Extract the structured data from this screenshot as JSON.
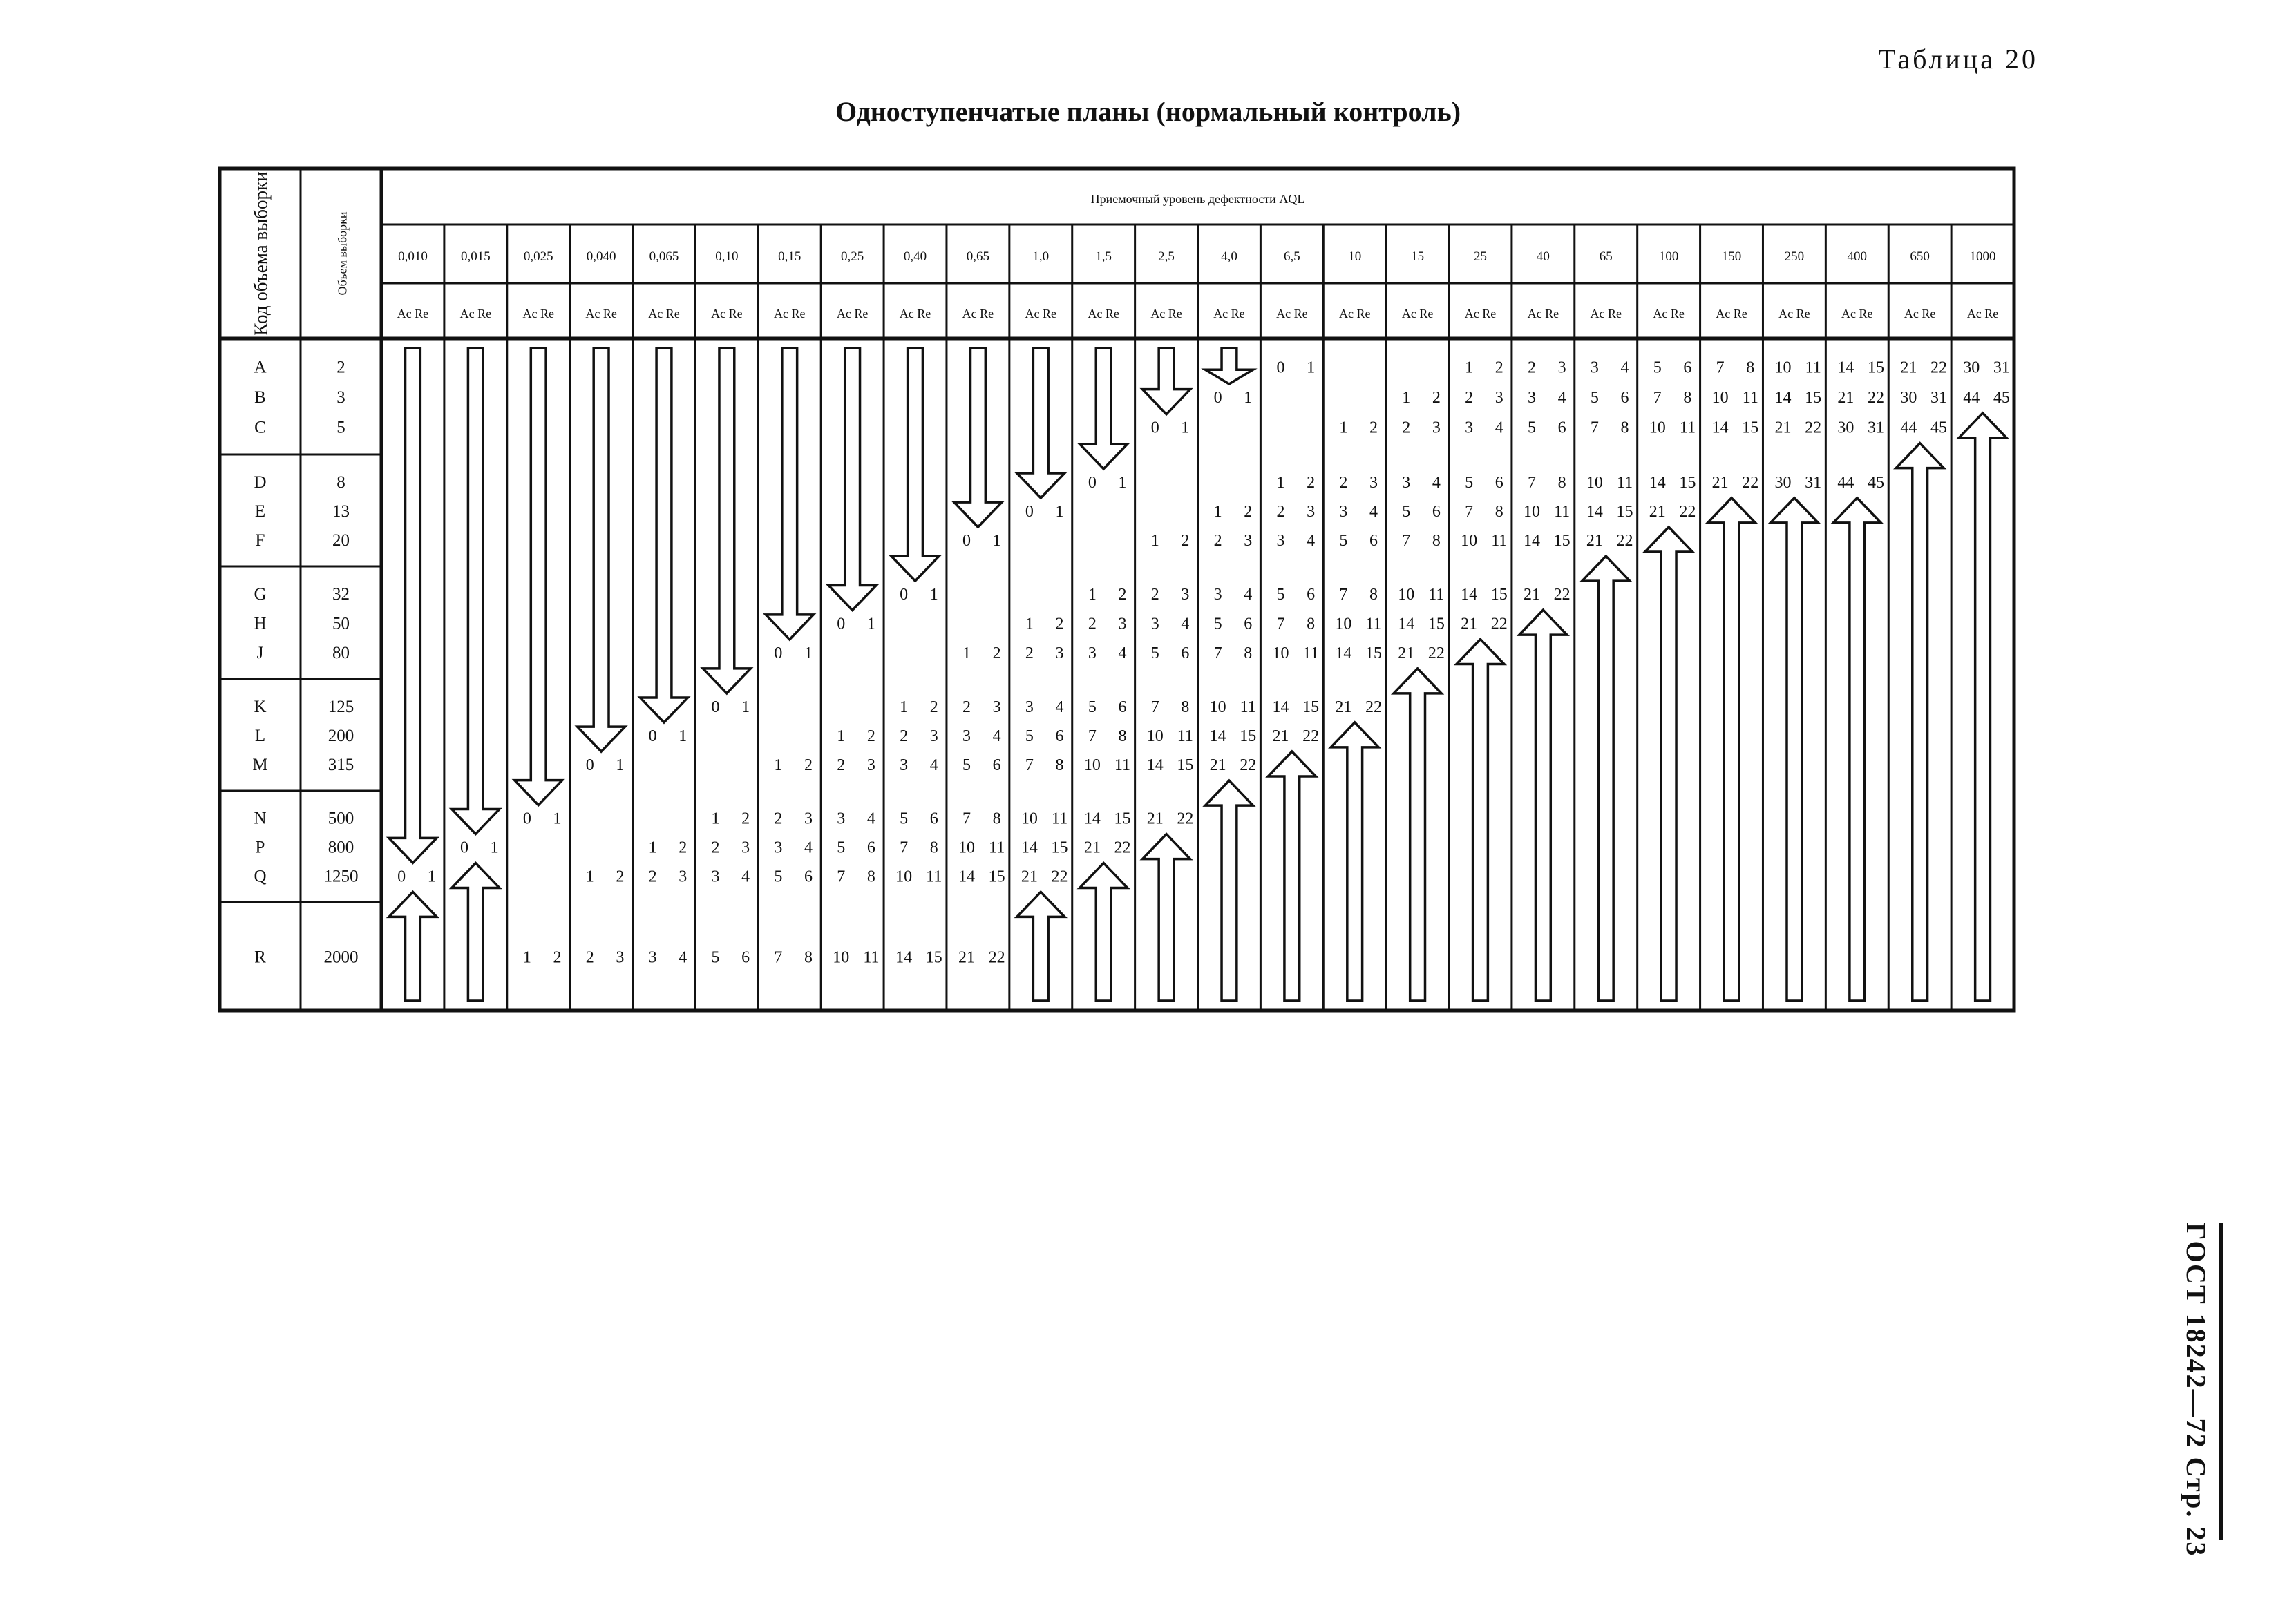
{
  "caption": "Таблица 20",
  "title": "Одноступенчатые планы (нормальный контроль)",
  "side_label": "ГОСТ 18242—72 Стр. 23",
  "headers": {
    "code_col": "Код объема выборки",
    "size_col": "Объем выборки",
    "aql_band": "Приемочный уровень дефектности AQL",
    "ac_re": "Ac Re"
  },
  "aql_levels": [
    "0,010",
    "0,015",
    "0,025",
    "0,040",
    "0,065",
    "0,10",
    "0,15",
    "0,25",
    "0,40",
    "0,65",
    "1,0",
    "1,5",
    "2,5",
    "4,0",
    "6,5",
    "10",
    "15",
    "25",
    "40",
    "65",
    "100",
    "150",
    "250",
    "400",
    "650",
    "1000"
  ],
  "groups": [
    {
      "codes": [
        "A",
        "B",
        "C"
      ],
      "sizes": [
        "2",
        "3",
        "5"
      ]
    },
    {
      "codes": [
        "D",
        "E",
        "F"
      ],
      "sizes": [
        "8",
        "13",
        "20"
      ]
    },
    {
      "codes": [
        "G",
        "H",
        "J"
      ],
      "sizes": [
        "32",
        "50",
        "80"
      ]
    },
    {
      "codes": [
        "K",
        "L",
        "M"
      ],
      "sizes": [
        "125",
        "200",
        "315"
      ]
    },
    {
      "codes": [
        "N",
        "P",
        "Q"
      ],
      "sizes": [
        "500",
        "800",
        "1250"
      ]
    },
    {
      "codes": [
        "R"
      ],
      "sizes": [
        "2000"
      ]
    }
  ],
  "cells": [
    {
      "row": 0,
      "col": 14,
      "ac": "0",
      "re": "1"
    },
    {
      "row": 0,
      "col": 17,
      "ac": "1",
      "re": "2"
    },
    {
      "row": 0,
      "col": 18,
      "ac": "2",
      "re": "3"
    },
    {
      "row": 0,
      "col": 19,
      "ac": "3",
      "re": "4"
    },
    {
      "row": 0,
      "col": 20,
      "ac": "5",
      "re": "6"
    },
    {
      "row": 0,
      "col": 21,
      "ac": "7",
      "re": "8"
    },
    {
      "row": 0,
      "col": 22,
      "ac": "10",
      "re": "11"
    },
    {
      "row": 0,
      "col": 23,
      "ac": "14",
      "re": "15"
    },
    {
      "row": 0,
      "col": 24,
      "ac": "21",
      "re": "22"
    },
    {
      "row": 0,
      "col": 25,
      "ac": "30",
      "re": "31"
    },
    {
      "row": 1,
      "col": 13,
      "ac": "0",
      "re": "1"
    },
    {
      "row": 1,
      "col": 16,
      "ac": "1",
      "re": "2"
    },
    {
      "row": 1,
      "col": 17,
      "ac": "2",
      "re": "3"
    },
    {
      "row": 1,
      "col": 18,
      "ac": "3",
      "re": "4"
    },
    {
      "row": 1,
      "col": 19,
      "ac": "5",
      "re": "6"
    },
    {
      "row": 1,
      "col": 20,
      "ac": "7",
      "re": "8"
    },
    {
      "row": 1,
      "col": 21,
      "ac": "10",
      "re": "11"
    },
    {
      "row": 1,
      "col": 22,
      "ac": "14",
      "re": "15"
    },
    {
      "row": 1,
      "col": 23,
      "ac": "21",
      "re": "22"
    },
    {
      "row": 1,
      "col": 24,
      "ac": "30",
      "re": "31"
    },
    {
      "row": 1,
      "col": 25,
      "ac": "44",
      "re": "45"
    },
    {
      "row": 2,
      "col": 12,
      "ac": "0",
      "re": "1"
    },
    {
      "row": 2,
      "col": 15,
      "ac": "1",
      "re": "2"
    },
    {
      "row": 2,
      "col": 16,
      "ac": "2",
      "re": "3"
    },
    {
      "row": 2,
      "col": 17,
      "ac": "3",
      "re": "4"
    },
    {
      "row": 2,
      "col": 18,
      "ac": "5",
      "re": "6"
    },
    {
      "row": 2,
      "col": 19,
      "ac": "7",
      "re": "8"
    },
    {
      "row": 2,
      "col": 20,
      "ac": "10",
      "re": "11"
    },
    {
      "row": 2,
      "col": 21,
      "ac": "14",
      "re": "15"
    },
    {
      "row": 2,
      "col": 22,
      "ac": "21",
      "re": "22"
    },
    {
      "row": 2,
      "col": 23,
      "ac": "30",
      "re": "31"
    },
    {
      "row": 2,
      "col": 24,
      "ac": "44",
      "re": "45"
    },
    {
      "row": 3,
      "col": 11,
      "ac": "0",
      "re": "1"
    },
    {
      "row": 3,
      "col": 14,
      "ac": "1",
      "re": "2"
    },
    {
      "row": 3,
      "col": 15,
      "ac": "2",
      "re": "3"
    },
    {
      "row": 3,
      "col": 16,
      "ac": "3",
      "re": "4"
    },
    {
      "row": 3,
      "col": 17,
      "ac": "5",
      "re": "6"
    },
    {
      "row": 3,
      "col": 18,
      "ac": "7",
      "re": "8"
    },
    {
      "row": 3,
      "col": 19,
      "ac": "10",
      "re": "11"
    },
    {
      "row": 3,
      "col": 20,
      "ac": "14",
      "re": "15"
    },
    {
      "row": 3,
      "col": 21,
      "ac": "21",
      "re": "22"
    },
    {
      "row": 3,
      "col": 22,
      "ac": "30",
      "re": "31"
    },
    {
      "row": 3,
      "col": 23,
      "ac": "44",
      "re": "45"
    },
    {
      "row": 4,
      "col": 10,
      "ac": "0",
      "re": "1"
    },
    {
      "row": 4,
      "col": 13,
      "ac": "1",
      "re": "2"
    },
    {
      "row": 4,
      "col": 14,
      "ac": "2",
      "re": "3"
    },
    {
      "row": 4,
      "col": 15,
      "ac": "3",
      "re": "4"
    },
    {
      "row": 4,
      "col": 16,
      "ac": "5",
      "re": "6"
    },
    {
      "row": 4,
      "col": 17,
      "ac": "7",
      "re": "8"
    },
    {
      "row": 4,
      "col": 18,
      "ac": "10",
      "re": "11"
    },
    {
      "row": 4,
      "col": 19,
      "ac": "14",
      "re": "15"
    },
    {
      "row": 4,
      "col": 20,
      "ac": "21",
      "re": "22"
    },
    {
      "row": 5,
      "col": 9,
      "ac": "0",
      "re": "1"
    },
    {
      "row": 5,
      "col": 12,
      "ac": "1",
      "re": "2"
    },
    {
      "row": 5,
      "col": 13,
      "ac": "2",
      "re": "3"
    },
    {
      "row": 5,
      "col": 14,
      "ac": "3",
      "re": "4"
    },
    {
      "row": 5,
      "col": 15,
      "ac": "5",
      "re": "6"
    },
    {
      "row": 5,
      "col": 16,
      "ac": "7",
      "re": "8"
    },
    {
      "row": 5,
      "col": 17,
      "ac": "10",
      "re": "11"
    },
    {
      "row": 5,
      "col": 18,
      "ac": "14",
      "re": "15"
    },
    {
      "row": 5,
      "col": 19,
      "ac": "21",
      "re": "22"
    },
    {
      "row": 6,
      "col": 8,
      "ac": "0",
      "re": "1"
    },
    {
      "row": 6,
      "col": 11,
      "ac": "1",
      "re": "2"
    },
    {
      "row": 6,
      "col": 12,
      "ac": "2",
      "re": "3"
    },
    {
      "row": 6,
      "col": 13,
      "ac": "3",
      "re": "4"
    },
    {
      "row": 6,
      "col": 14,
      "ac": "5",
      "re": "6"
    },
    {
      "row": 6,
      "col": 15,
      "ac": "7",
      "re": "8"
    },
    {
      "row": 6,
      "col": 16,
      "ac": "10",
      "re": "11"
    },
    {
      "row": 6,
      "col": 17,
      "ac": "14",
      "re": "15"
    },
    {
      "row": 6,
      "col": 18,
      "ac": "21",
      "re": "22"
    },
    {
      "row": 7,
      "col": 7,
      "ac": "0",
      "re": "1"
    },
    {
      "row": 7,
      "col": 10,
      "ac": "1",
      "re": "2"
    },
    {
      "row": 7,
      "col": 11,
      "ac": "2",
      "re": "3"
    },
    {
      "row": 7,
      "col": 12,
      "ac": "3",
      "re": "4"
    },
    {
      "row": 7,
      "col": 13,
      "ac": "5",
      "re": "6"
    },
    {
      "row": 7,
      "col": 14,
      "ac": "7",
      "re": "8"
    },
    {
      "row": 7,
      "col": 15,
      "ac": "10",
      "re": "11"
    },
    {
      "row": 7,
      "col": 16,
      "ac": "14",
      "re": "15"
    },
    {
      "row": 7,
      "col": 17,
      "ac": "21",
      "re": "22"
    },
    {
      "row": 8,
      "col": 6,
      "ac": "0",
      "re": "1"
    },
    {
      "row": 8,
      "col": 9,
      "ac": "1",
      "re": "2"
    },
    {
      "row": 8,
      "col": 10,
      "ac": "2",
      "re": "3"
    },
    {
      "row": 8,
      "col": 11,
      "ac": "3",
      "re": "4"
    },
    {
      "row": 8,
      "col": 12,
      "ac": "5",
      "re": "6"
    },
    {
      "row": 8,
      "col": 13,
      "ac": "7",
      "re": "8"
    },
    {
      "row": 8,
      "col": 14,
      "ac": "10",
      "re": "11"
    },
    {
      "row": 8,
      "col": 15,
      "ac": "14",
      "re": "15"
    },
    {
      "row": 8,
      "col": 16,
      "ac": "21",
      "re": "22"
    },
    {
      "row": 9,
      "col": 5,
      "ac": "0",
      "re": "1"
    },
    {
      "row": 9,
      "col": 8,
      "ac": "1",
      "re": "2"
    },
    {
      "row": 9,
      "col": 9,
      "ac": "2",
      "re": "3"
    },
    {
      "row": 9,
      "col": 10,
      "ac": "3",
      "re": "4"
    },
    {
      "row": 9,
      "col": 11,
      "ac": "5",
      "re": "6"
    },
    {
      "row": 9,
      "col": 12,
      "ac": "7",
      "re": "8"
    },
    {
      "row": 9,
      "col": 13,
      "ac": "10",
      "re": "11"
    },
    {
      "row": 9,
      "col": 14,
      "ac": "14",
      "re": "15"
    },
    {
      "row": 9,
      "col": 15,
      "ac": "21",
      "re": "22"
    },
    {
      "row": 10,
      "col": 4,
      "ac": "0",
      "re": "1"
    },
    {
      "row": 10,
      "col": 7,
      "ac": "1",
      "re": "2"
    },
    {
      "row": 10,
      "col": 8,
      "ac": "2",
      "re": "3"
    },
    {
      "row": 10,
      "col": 9,
      "ac": "3",
      "re": "4"
    },
    {
      "row": 10,
      "col": 10,
      "ac": "5",
      "re": "6"
    },
    {
      "row": 10,
      "col": 11,
      "ac": "7",
      "re": "8"
    },
    {
      "row": 10,
      "col": 12,
      "ac": "10",
      "re": "11"
    },
    {
      "row": 10,
      "col": 13,
      "ac": "14",
      "re": "15"
    },
    {
      "row": 10,
      "col": 14,
      "ac": "21",
      "re": "22"
    },
    {
      "row": 11,
      "col": 3,
      "ac": "0",
      "re": "1"
    },
    {
      "row": 11,
      "col": 6,
      "ac": "1",
      "re": "2"
    },
    {
      "row": 11,
      "col": 7,
      "ac": "2",
      "re": "3"
    },
    {
      "row": 11,
      "col": 8,
      "ac": "3",
      "re": "4"
    },
    {
      "row": 11,
      "col": 9,
      "ac": "5",
      "re": "6"
    },
    {
      "row": 11,
      "col": 10,
      "ac": "7",
      "re": "8"
    },
    {
      "row": 11,
      "col": 11,
      "ac": "10",
      "re": "11"
    },
    {
      "row": 11,
      "col": 12,
      "ac": "14",
      "re": "15"
    },
    {
      "row": 11,
      "col": 13,
      "ac": "21",
      "re": "22"
    },
    {
      "row": 12,
      "col": 2,
      "ac": "0",
      "re": "1"
    },
    {
      "row": 12,
      "col": 5,
      "ac": "1",
      "re": "2"
    },
    {
      "row": 12,
      "col": 6,
      "ac": "2",
      "re": "3"
    },
    {
      "row": 12,
      "col": 7,
      "ac": "3",
      "re": "4"
    },
    {
      "row": 12,
      "col": 8,
      "ac": "5",
      "re": "6"
    },
    {
      "row": 12,
      "col": 9,
      "ac": "7",
      "re": "8"
    },
    {
      "row": 12,
      "col": 10,
      "ac": "10",
      "re": "11"
    },
    {
      "row": 12,
      "col": 11,
      "ac": "14",
      "re": "15"
    },
    {
      "row": 12,
      "col": 12,
      "ac": "21",
      "re": "22"
    },
    {
      "row": 13,
      "col": 1,
      "ac": "0",
      "re": "1"
    },
    {
      "row": 13,
      "col": 4,
      "ac": "1",
      "re": "2"
    },
    {
      "row": 13,
      "col": 5,
      "ac": "2",
      "re": "3"
    },
    {
      "row": 13,
      "col": 6,
      "ac": "3",
      "re": "4"
    },
    {
      "row": 13,
      "col": 7,
      "ac": "5",
      "re": "6"
    },
    {
      "row": 13,
      "col": 8,
      "ac": "7",
      "re": "8"
    },
    {
      "row": 13,
      "col": 9,
      "ac": "10",
      "re": "11"
    },
    {
      "row": 13,
      "col": 10,
      "ac": "14",
      "re": "15"
    },
    {
      "row": 13,
      "col": 11,
      "ac": "21",
      "re": "22"
    },
    {
      "row": 14,
      "col": 0,
      "ac": "0",
      "re": "1"
    },
    {
      "row": 14,
      "col": 3,
      "ac": "1",
      "re": "2"
    },
    {
      "row": 14,
      "col": 4,
      "ac": "2",
      "re": "3"
    },
    {
      "row": 14,
      "col": 5,
      "ac": "3",
      "re": "4"
    },
    {
      "row": 14,
      "col": 6,
      "ac": "5",
      "re": "6"
    },
    {
      "row": 14,
      "col": 7,
      "ac": "7",
      "re": "8"
    },
    {
      "row": 14,
      "col": 8,
      "ac": "10",
      "re": "11"
    },
    {
      "row": 14,
      "col": 9,
      "ac": "14",
      "re": "15"
    },
    {
      "row": 14,
      "col": 10,
      "ac": "21",
      "re": "22"
    },
    {
      "row": 15,
      "col": 2,
      "ac": "1",
      "re": "2"
    },
    {
      "row": 15,
      "col": 3,
      "ac": "2",
      "re": "3"
    },
    {
      "row": 15,
      "col": 4,
      "ac": "3",
      "re": "4"
    },
    {
      "row": 15,
      "col": 5,
      "ac": "5",
      "re": "6"
    },
    {
      "row": 15,
      "col": 6,
      "ac": "7",
      "re": "8"
    },
    {
      "row": 15,
      "col": 7,
      "ac": "10",
      "re": "11"
    },
    {
      "row": 15,
      "col": 8,
      "ac": "14",
      "re": "15"
    },
    {
      "row": 15,
      "col": 9,
      "ac": "21",
      "re": "22"
    }
  ]
}
